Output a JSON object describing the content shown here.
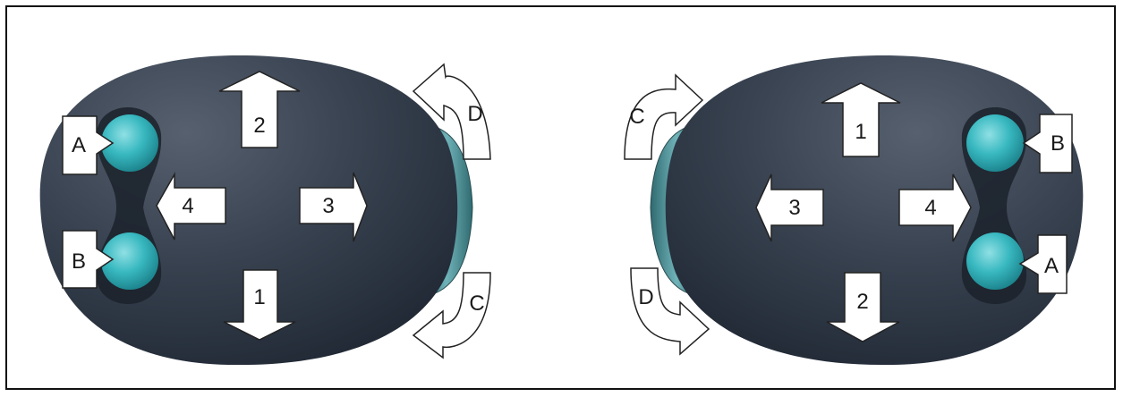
{
  "colors": {
    "body_dark": "#1f2733",
    "body_mid": "#3a4452",
    "body_light": "#56606e",
    "button_teal": "#38b8c0",
    "button_teal_light": "#8fe0e4",
    "dial_teal": "#4d8f95",
    "arrow_fill": "#ffffff",
    "arrow_stroke": "#222222"
  },
  "left_device": {
    "labels": {
      "button_a": "A",
      "button_b": "B",
      "dir_1": "1",
      "dir_2": "2",
      "dir_3": "3",
      "dir_4": "4",
      "rot_c": "C",
      "rot_d": "D"
    }
  },
  "right_device": {
    "labels": {
      "button_a": "A",
      "button_b": "B",
      "dir_1": "1",
      "dir_2": "2",
      "dir_3": "3",
      "dir_4": "4",
      "rot_c": "C",
      "rot_d": "D"
    }
  }
}
